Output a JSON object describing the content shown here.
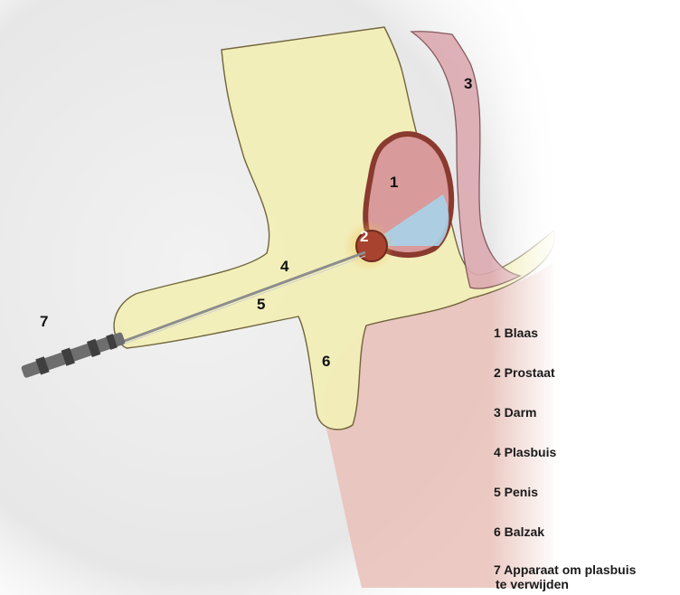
{
  "diagram": {
    "markers": [
      "1",
      "2",
      "3",
      "4",
      "5",
      "6",
      "7"
    ],
    "legend": [
      {
        "label": "1 Blaas"
      },
      {
        "label": "2 Prostaat"
      },
      {
        "label": "3 Darm"
      },
      {
        "label": "4 Plasbuis"
      },
      {
        "label": "5 Penis"
      },
      {
        "label": "6 Balzak"
      },
      {
        "label": "7 Apparaat om plasbuis",
        "line2": "te verwijden"
      }
    ],
    "colors": {
      "body_fill": "#f3efb8",
      "skin_fill": "#e9bfb8",
      "bladder_wall": "#8a3a2e",
      "bladder_fill": "#d89a9a",
      "fluid": "#a9d4ea",
      "prostate": "#a8432f",
      "bowel": "#dcaab1",
      "instrument": "#6e6e6e"
    }
  }
}
